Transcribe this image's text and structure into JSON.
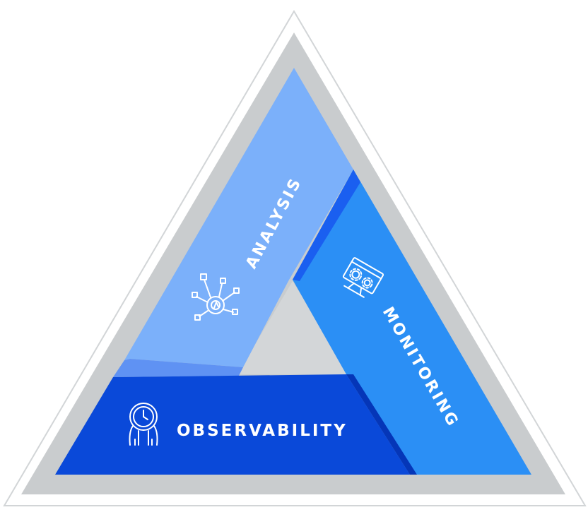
{
  "segments": {
    "analysis": {
      "label": "ANALYSIS",
      "icon": "network-analysis-icon"
    },
    "monitoring": {
      "label": "MONITORING",
      "icon": "monitor-gears-icon"
    },
    "observability": {
      "label": "OBSERVABILITY",
      "icon": "gauge-person-icon"
    }
  },
  "colors": {
    "outer_border": "#d2d5d7",
    "outer_fill": "#c9ccce",
    "center_gap": "#d3d6d8",
    "analysis": "#7bb0fa",
    "analysis_shadow": "#5f92f3",
    "monitoring": "#2b8ff5",
    "monitoring_shadow": "#1a5ff0",
    "observability": "#0a49d9",
    "observability_shadow": "#0536b8"
  }
}
